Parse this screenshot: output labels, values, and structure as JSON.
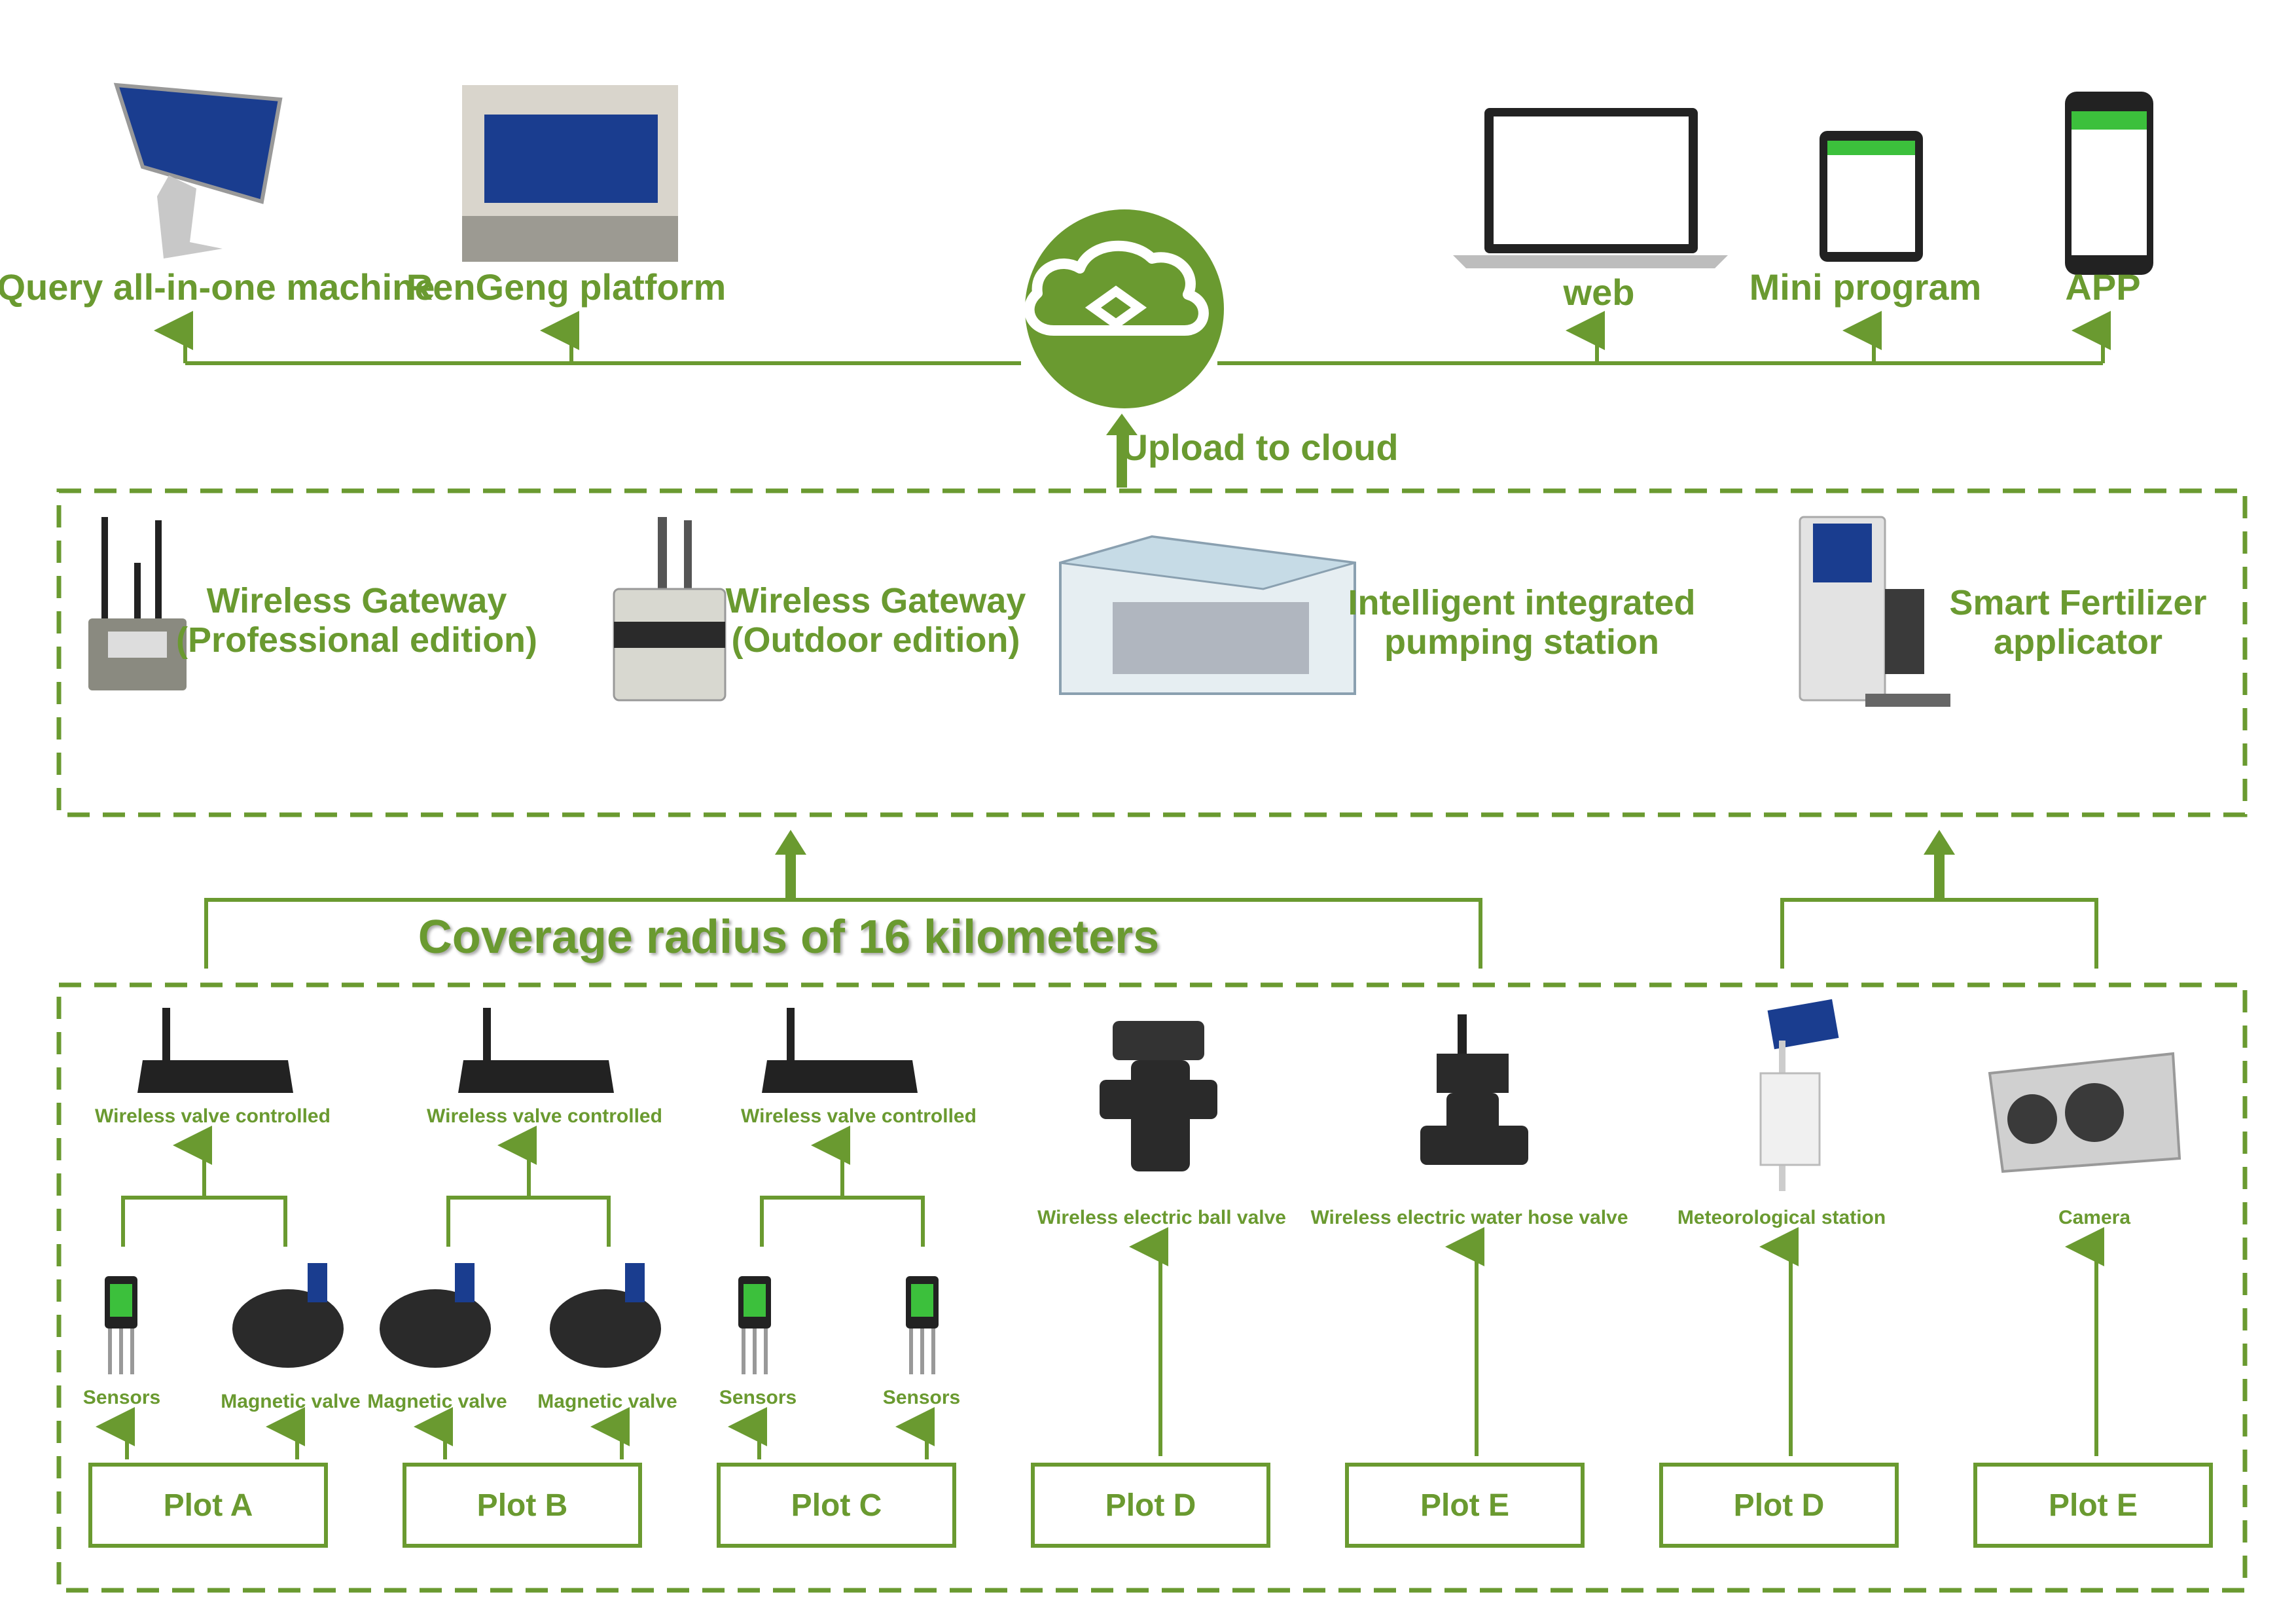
{
  "colors": {
    "accent": "#6a9a30",
    "dark": "#222222",
    "screen_blue": "#1a3d8f",
    "sensor_green": "#3cc03c"
  },
  "top": {
    "outputs_left": [
      "Query all-in-one machine",
      "RenGeng platform"
    ],
    "outputs_right": [
      "web",
      "Mini program",
      "APP"
    ],
    "cloud_icon": "cloud-link-icon",
    "upload_label": "Upload to cloud"
  },
  "gateway_layer": {
    "devices": [
      {
        "name": "Wireless Gateway",
        "edition": "(Professional edition)"
      },
      {
        "name": "Wireless Gateway",
        "edition": "(Outdoor edition)"
      },
      {
        "name": "Intelligent integrated",
        "edition": "pumping station"
      },
      {
        "name": "Smart Fertilizer",
        "edition": "applicator"
      }
    ]
  },
  "coverage_label": "Coverage radius of 16 kilometers",
  "field_layer": {
    "controllers": [
      "Wireless valve controlled",
      "Wireless valve controlled",
      "Wireless valve controlled"
    ],
    "valves": [
      "Wireless electric ball valve",
      "Wireless electric water hose valve"
    ],
    "station": "Meteorological station",
    "camera": "Camera",
    "endpoints": [
      "Sensors",
      "Magnetic valve",
      "Magnetic valve",
      "Magnetic valve",
      "Sensors",
      "Sensors"
    ],
    "plots": [
      "Plot A",
      "Plot B",
      "Plot C",
      "Plot D",
      "Plot E",
      "Plot D",
      "Plot E"
    ]
  }
}
